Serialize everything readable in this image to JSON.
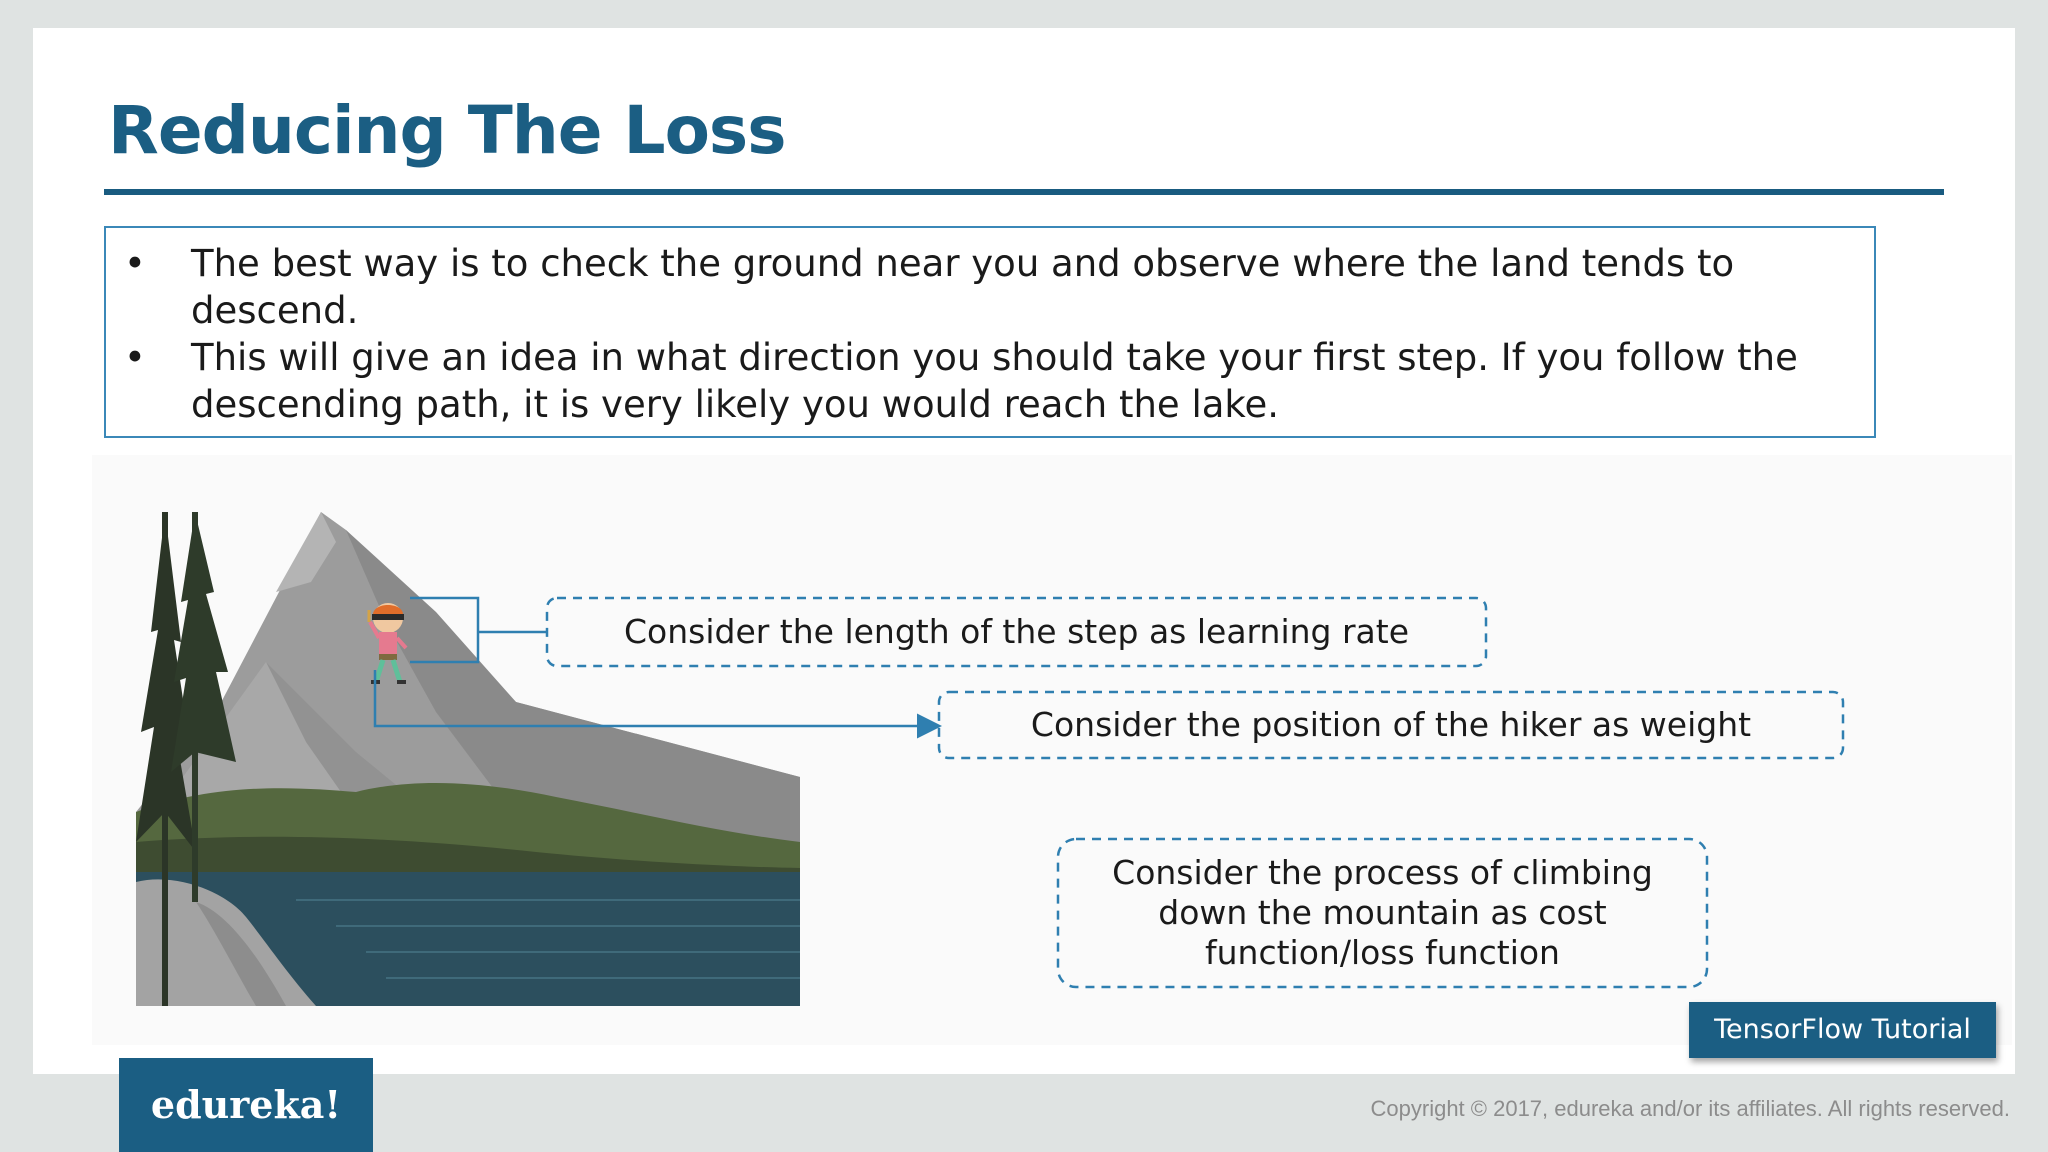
{
  "slide": {
    "title": "Reducing The Loss",
    "bullets": [
      {
        "marker": "•",
        "text": "The best way is to check the ground near you and observe where the land tends to descend."
      },
      {
        "marker": "•",
        "text": "This will give an idea in what direction you should take your first step. If you follow the descending path, it is very likely you would reach the lake."
      }
    ]
  },
  "figure": {
    "callouts": [
      "Consider the length of the step as learning rate",
      "Consider the position of the hiker as weight",
      "Consider the process of climbing down the mountain as cost function/loss function"
    ]
  },
  "footer": {
    "tag": "TensorFlow Tutorial",
    "logo": "edureka!",
    "copyright": "Copyright © 2017, edureka and/or its affiliates. All rights reserved."
  },
  "colors": {
    "brand": "#1b5e83",
    "accent_border": "#3b88b8",
    "dashed_outline": "#2f7fb0",
    "lake": "#2c4f5e",
    "mountain": "#9a9a9a",
    "forest": "#4a5d3a",
    "tree": "#2b3527"
  }
}
